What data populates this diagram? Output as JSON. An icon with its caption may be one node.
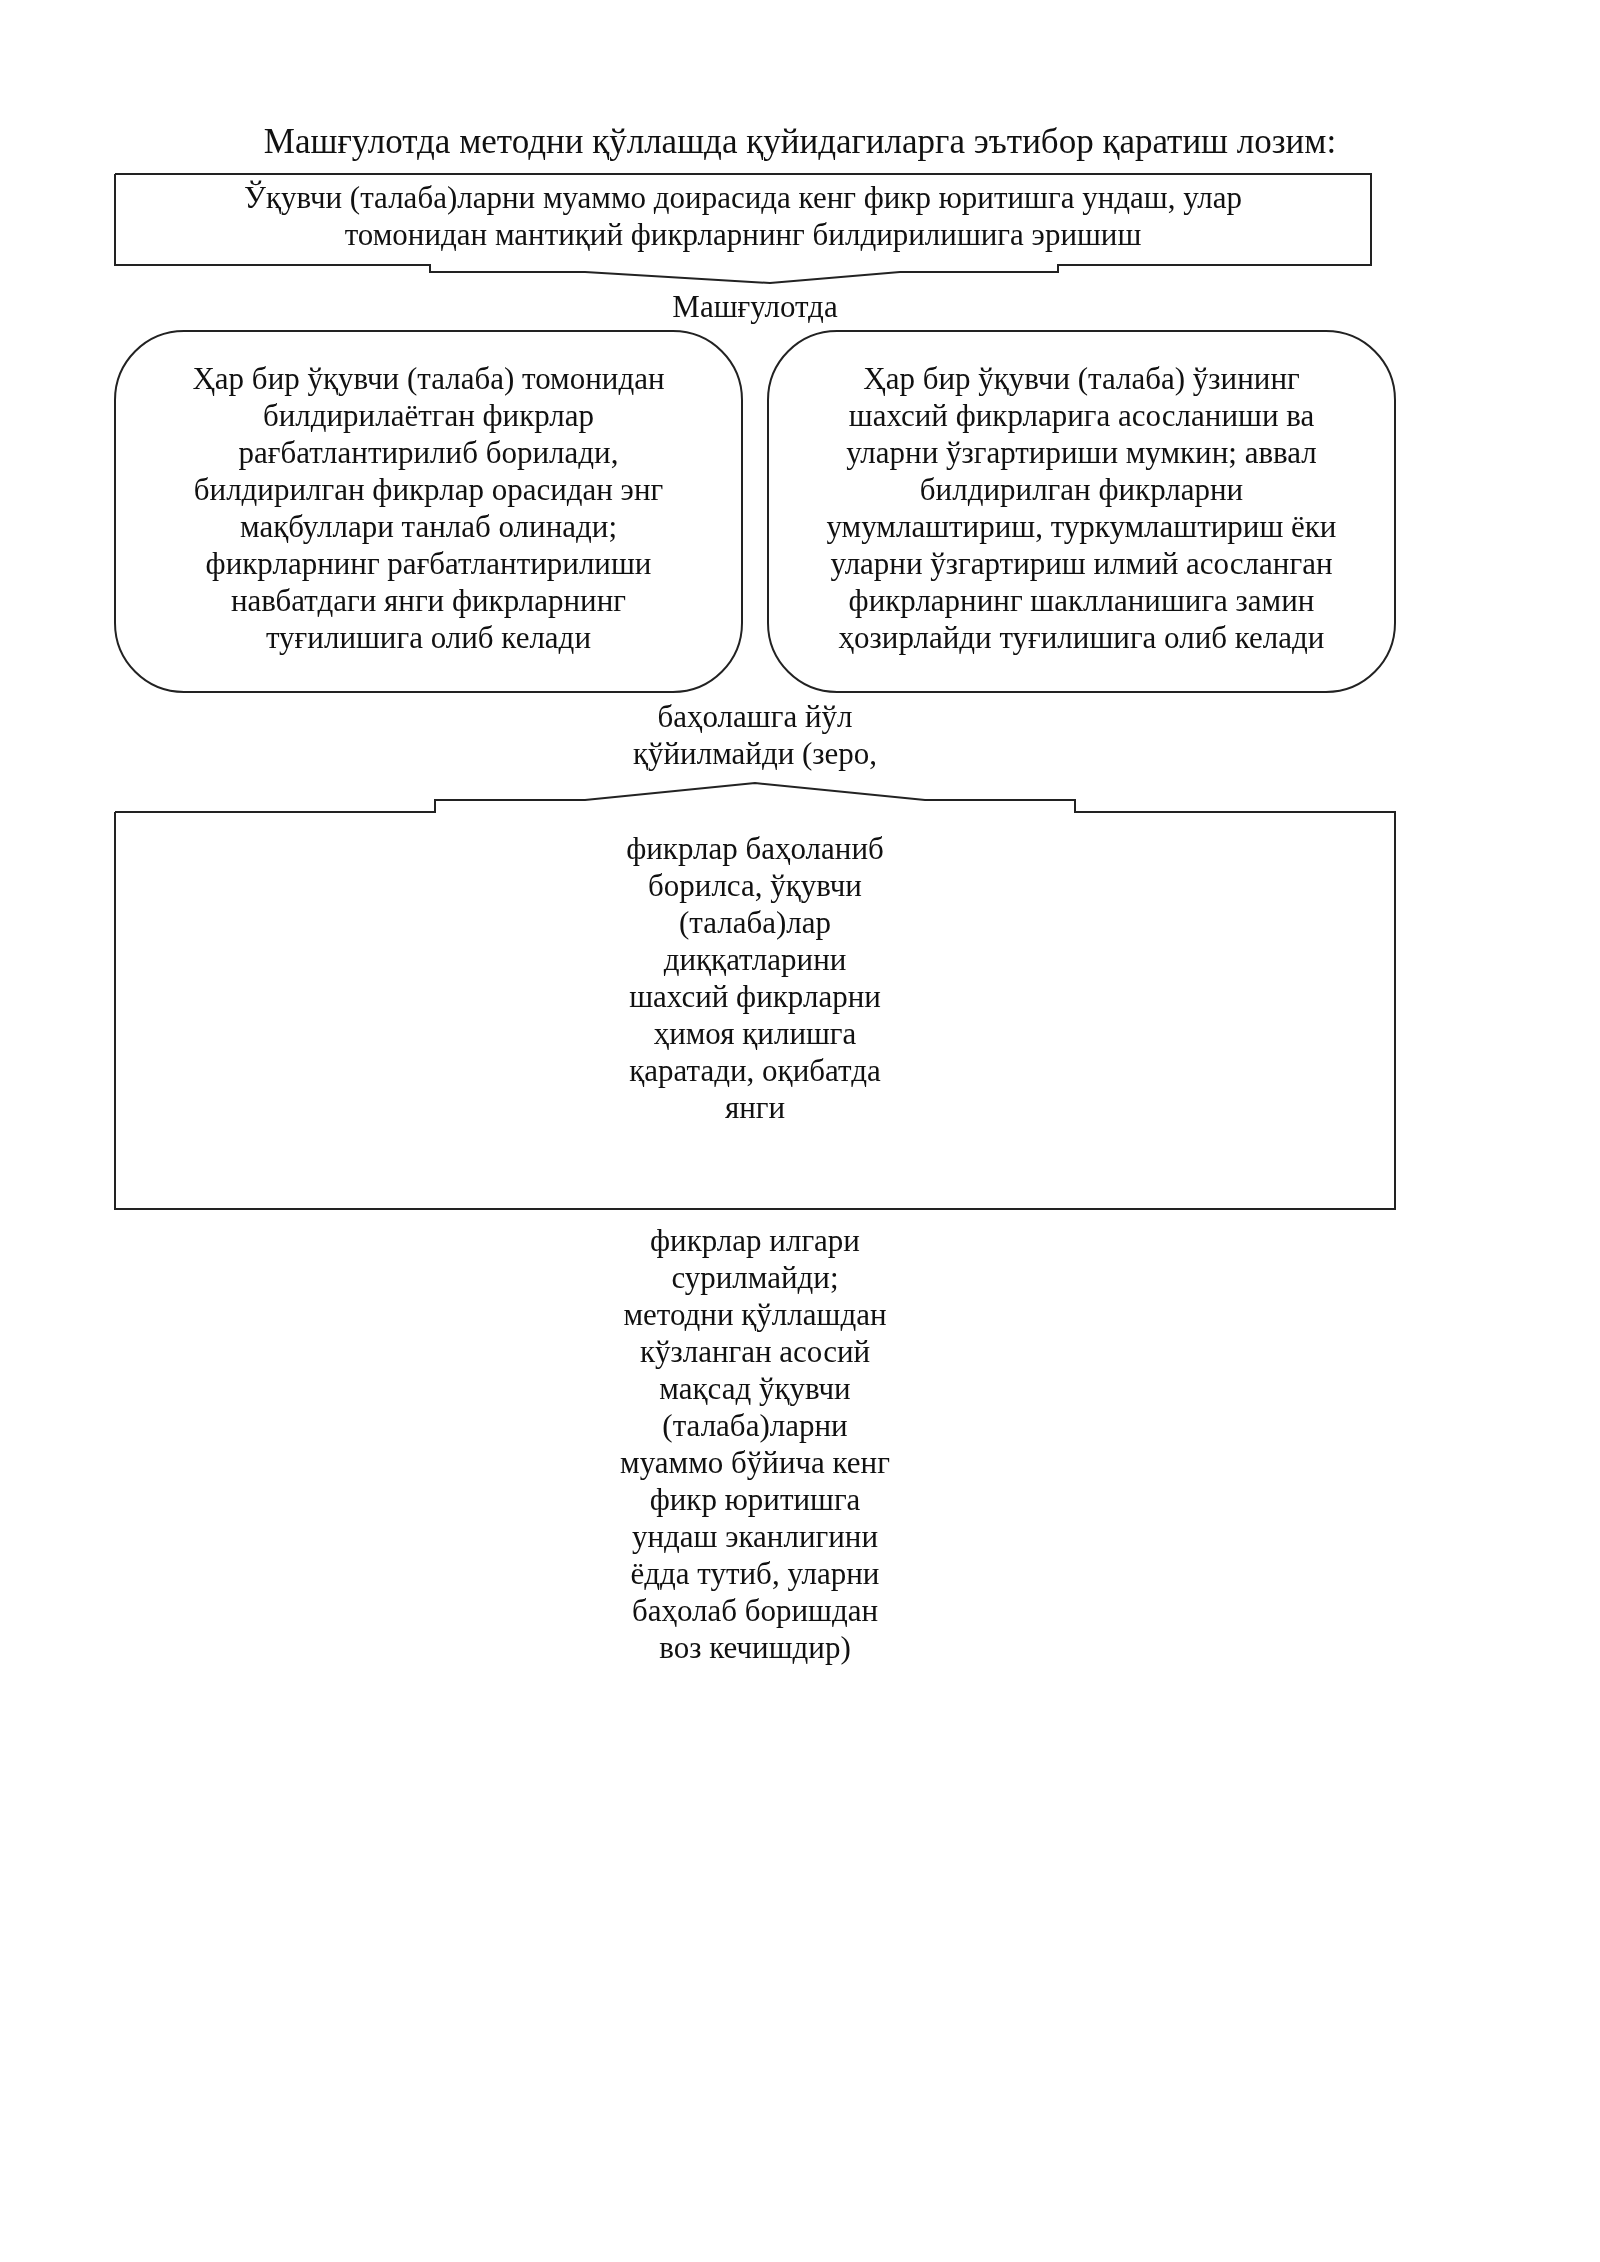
{
  "diagram": {
    "title": "Машғулотда методни қўллашда қуйидагиларга эътибор қаратиш лозим:",
    "nodes": [
      {
        "text": [
          "Ўқувчи (талаба)ларни муаммо доирасида кенг фикр юритишга ундаш, улар томонидан мантиқий фикрларнинг билдирилишига эришиш"
        ]
      },
      {
        "text": [
          "Ҳар бир ўқувчи (талаба) томонидан билдирилаётган фикрлар рағбатлантирилиб борилади, билдирилган фикрлар орасидан энг мақбуллари танлаб олинади; фикрларнинг рағбатлантирилиши навбатдаги янги фикрларнинг туғилишига олиб келади"
        ]
      },
      {
        "text": [
          "Ҳар бир ўқувчи (талаба) ўзининг шахсий фикрларига асосланиши ва уларни ўзгартириши мумкин; аввал билдирилган фикрларни умумлаштириш, туркумлаштириш ёки уларни ўзгартириш илмий асосланган фикрларнинг шаклланишига замин ҳозирлайди туғилишига олиб келади"
        ]
      },
      {
        "text": [],
        "shape": "box"
      }
    ],
    "labels": [
      "Машғулотда",
      "баҳолашга йўл қўйилмайди (зеро,",
      "фикрлар баҳоланиб борилса, ўқувчи (талаба)лар диққатларини шахсий фикрларни ҳимоя қилишга қаратади, оқибатда янги",
      "фикрлар илгари сурилмайди; методни қўллашдан кўзланган асосий мақсад ўқувчи (талаба)ларни муаммо бўйича кенг фикр юритишга ундаш эканлигини ёдда тутиб, уларни баҳолаб боришдан воз кечишдир)"
    ]
  }
}
